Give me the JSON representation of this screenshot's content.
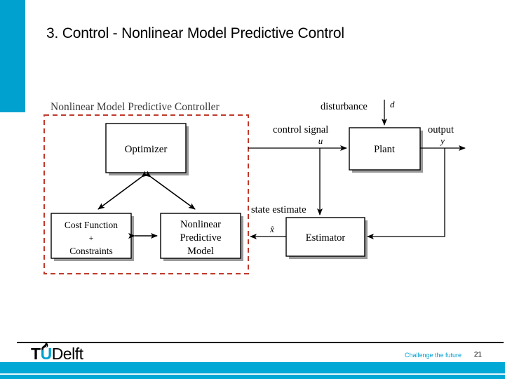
{
  "slide": {
    "title": "3. Control - Nonlinear Model Predictive Control",
    "page_number": "21",
    "accent_color": "#00a1cf"
  },
  "footer": {
    "logo_t": "T",
    "logo_u": "U",
    "logo_delft": "Delft",
    "tagline": "Challenge the future",
    "page_number": "21"
  },
  "diagram": {
    "controller_group_label": "Nonlinear Model Predictive Controller",
    "dashed_border_color": "#c0392b",
    "boxes": [
      {
        "id": "optimizer",
        "label": "Optimizer"
      },
      {
        "id": "cost-function",
        "label_line1": "Cost Function",
        "label_line2": "+",
        "label_line3": "Constraints"
      },
      {
        "id": "nonlinear-predictive-model",
        "label_line1": "Nonlinear",
        "label_line2": "Predictive",
        "label_line3": "Model"
      },
      {
        "id": "plant",
        "label": "Plant"
      },
      {
        "id": "estimator",
        "label": "Estimator"
      }
    ],
    "signals": [
      {
        "id": "control-signal",
        "label": "control signal",
        "symbol": "u"
      },
      {
        "id": "disturbance",
        "label": "disturbance",
        "symbol": "d"
      },
      {
        "id": "output",
        "label": "output",
        "symbol": "y"
      },
      {
        "id": "state-estimate",
        "label": "state estimate",
        "symbol": "x̂"
      }
    ]
  }
}
